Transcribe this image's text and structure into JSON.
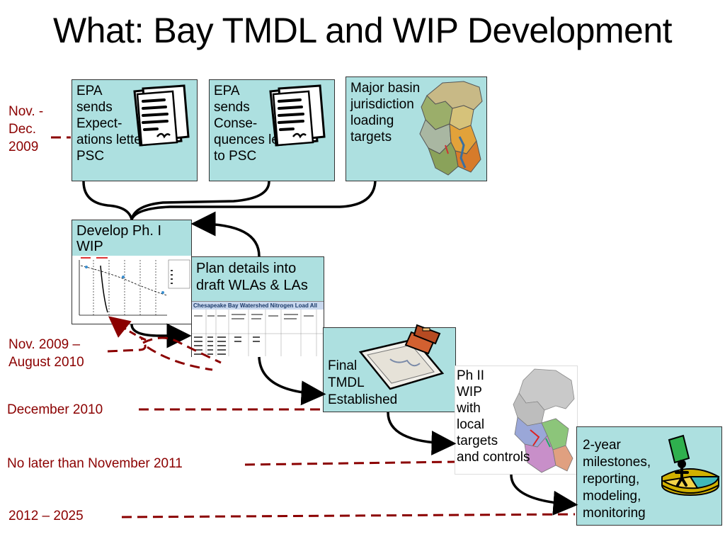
{
  "title": "What: Bay TMDL and WIP Development",
  "boxes": {
    "expectations": "EPA\nsends\nExpect-\nations letter to\nPSC",
    "consequences": "EPA\nsends\nConse-\nquences letter\nto PSC",
    "basin_targets": "Major basin\njurisdiction\nloading\ntargets",
    "develop_wip": "Develop Ph. I\nWIP",
    "plan_details": "Plan details into\ndraft WLAs & LAs",
    "final_tmdl": "Final\nTMDL\nEstablished",
    "ph2_wip": "Ph II\nWIP\nwith\nlocal\ntargets\nand controls",
    "milestones": "2-year\nmilestones,\nreporting,\nmodeling,\nmonitoring"
  },
  "timeline": {
    "t1": "Nov. -\nDec.\n2009",
    "t2": "Nov. 2009 –\nAugust 2010",
    "t3": "December 2010",
    "t4": "No later than November 2011",
    "t5": "2012 – 2025"
  },
  "table_title": "Chesapeake Bay Watershed Nitrogen Load All",
  "colors": {
    "box_fill": "#ade0e0",
    "dates": "#8b0000",
    "arrows": "#000000"
  },
  "icons": [
    "document-icon",
    "map-icon",
    "stamp-icon",
    "pie-chart-icon"
  ]
}
